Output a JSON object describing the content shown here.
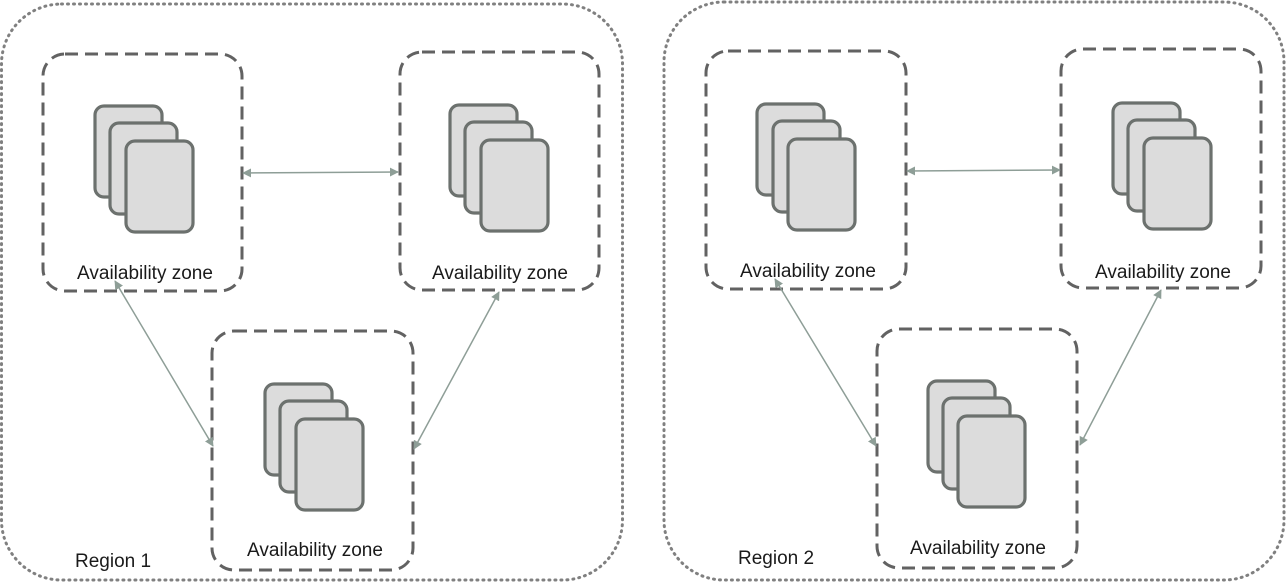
{
  "diagram": {
    "colors": {
      "region_border": "#808080",
      "zone_border": "#626262",
      "server_fill": "#dcdcdc",
      "server_stroke": "#6c716e",
      "connector": "#8e9e97",
      "text": "#1a1a1a"
    },
    "regions": [
      {
        "label": "Region 1",
        "zones": [
          {
            "label": "Availability zone"
          },
          {
            "label": "Availability zone"
          },
          {
            "label": "Availability zone"
          }
        ]
      },
      {
        "label": "Region 2",
        "zones": [
          {
            "label": "Availability zone"
          },
          {
            "label": "Availability zone"
          },
          {
            "label": "Availability zone"
          }
        ]
      }
    ]
  }
}
